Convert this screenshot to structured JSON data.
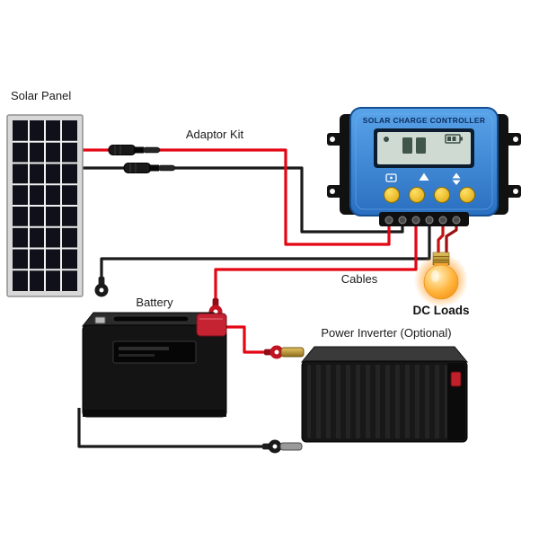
{
  "labels": {
    "solar_panel": "Solar Panel",
    "adaptor_kit": "Adaptor Kit",
    "cables": "Cables",
    "dc_loads": "DC Loads",
    "battery": "Battery",
    "power_inverter": "Power Inverter (Optional)"
  },
  "controller": {
    "title": "SOLAR CHARGE CONTROLLER",
    "button_count": 4,
    "terminal_count": 6,
    "icons": [
      "lcd-sun-icon",
      "lcd-battery-icon",
      "menu-icon",
      "up-arrow-icon",
      "up-down-arrow-icon"
    ]
  },
  "colors": {
    "wire_positive": "#e30613",
    "wire_negative": "#1a1a1a",
    "controller_body": "#2f7ccd",
    "controller_button": "#f2c31d",
    "solar_cell": "#10101a",
    "battery_terminal_cover": "#c62332",
    "dc_load_bulb": "#f5991e",
    "brass_terminal": "#c8a03c"
  }
}
